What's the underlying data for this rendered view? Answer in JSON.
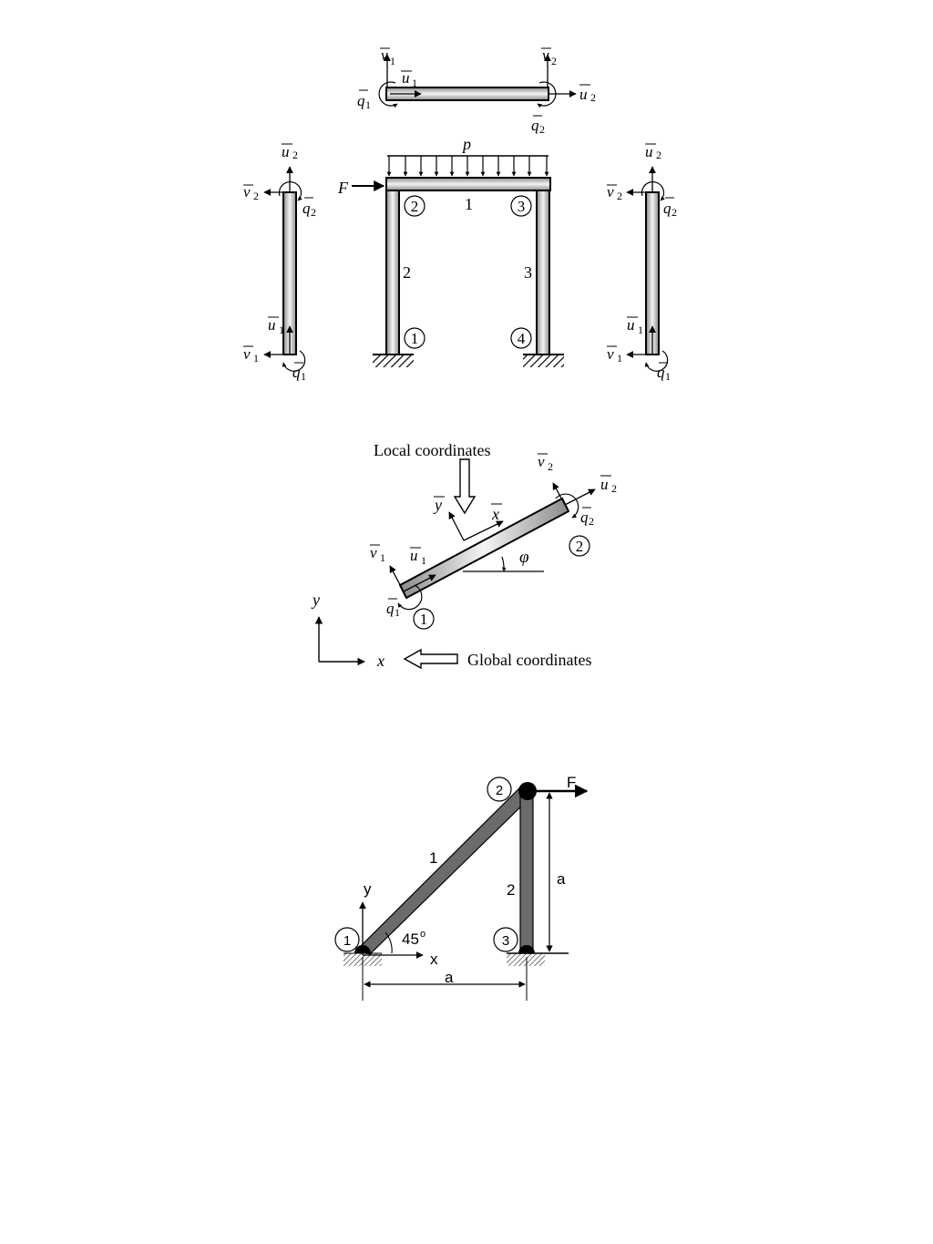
{
  "frame": {
    "load": "p",
    "force": "F",
    "member_labels": [
      "1",
      "2",
      "3"
    ],
    "node_labels": [
      "1",
      "2",
      "3",
      "4"
    ]
  },
  "dof_labels": {
    "v1": "v",
    "v2": "v",
    "u1": "u",
    "u2": "u",
    "q1": "q",
    "q2": "q",
    "sub1": "1",
    "sub2": "2"
  },
  "local_global": {
    "local_caption": "Local coordinates",
    "global_caption": "Global coordinates",
    "x_bar": "x",
    "y_bar": "y",
    "angle": "φ",
    "axis_x": "x",
    "axis_y": "y",
    "node_start": "1",
    "node_end": "2"
  },
  "truss": {
    "force": "F",
    "angle": "45",
    "angle_unit": "o",
    "dim_horizontal": "a",
    "dim_vertical": "a",
    "member_1": "1",
    "member_2": "2",
    "node_1": "1",
    "node_2": "2",
    "node_3": "3",
    "axis_x": "x",
    "axis_y": "y"
  }
}
